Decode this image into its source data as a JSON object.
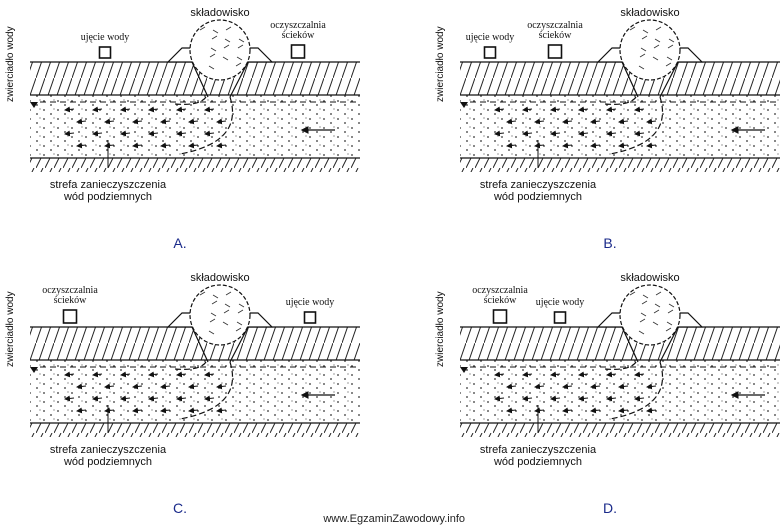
{
  "diagrams": [
    {
      "option": "A.",
      "water_table_label": "zwierciadło wody",
      "intake_label": "ujęcie wody",
      "landfill_label": "składowisko",
      "treatment_label": [
        "oczyszczalnia",
        "ścieków"
      ],
      "zone_label": [
        "strefa zanieczyszczenia",
        "wód podziemnych"
      ],
      "order": [
        "intake",
        "landfill",
        "treatment"
      ]
    },
    {
      "option": "B.",
      "water_table_label": "zwierciadło wody",
      "intake_label": "ujęcie wody",
      "landfill_label": "składowisko",
      "treatment_label": [
        "oczyszczalnia",
        "ścieków"
      ],
      "zone_label": [
        "strefa zanieczyszczenia",
        "wód podziemnych"
      ],
      "order": [
        "intake",
        "treatment",
        "landfill"
      ]
    },
    {
      "option": "C.",
      "water_table_label": "zwierciadło wody",
      "intake_label": "ujęcie wody",
      "landfill_label": "składowisko",
      "treatment_label": [
        "oczyszczalnia",
        "ścieków"
      ],
      "zone_label": [
        "strefa zanieczyszczenia",
        "wód podziemnych"
      ],
      "order": [
        "treatment",
        "landfill",
        "intake"
      ]
    },
    {
      "option": "D.",
      "water_table_label": "zwierciadło wody",
      "intake_label": "ujęcie wody",
      "landfill_label": "składowisko",
      "treatment_label": [
        "oczyszczalnia",
        "ścieków"
      ],
      "zone_label": [
        "strefa zanieczyszczenia",
        "wód podziemnych"
      ],
      "order": [
        "treatment",
        "intake",
        "landfill"
      ]
    }
  ],
  "footer": "www.EgzaminZawodowy.info"
}
